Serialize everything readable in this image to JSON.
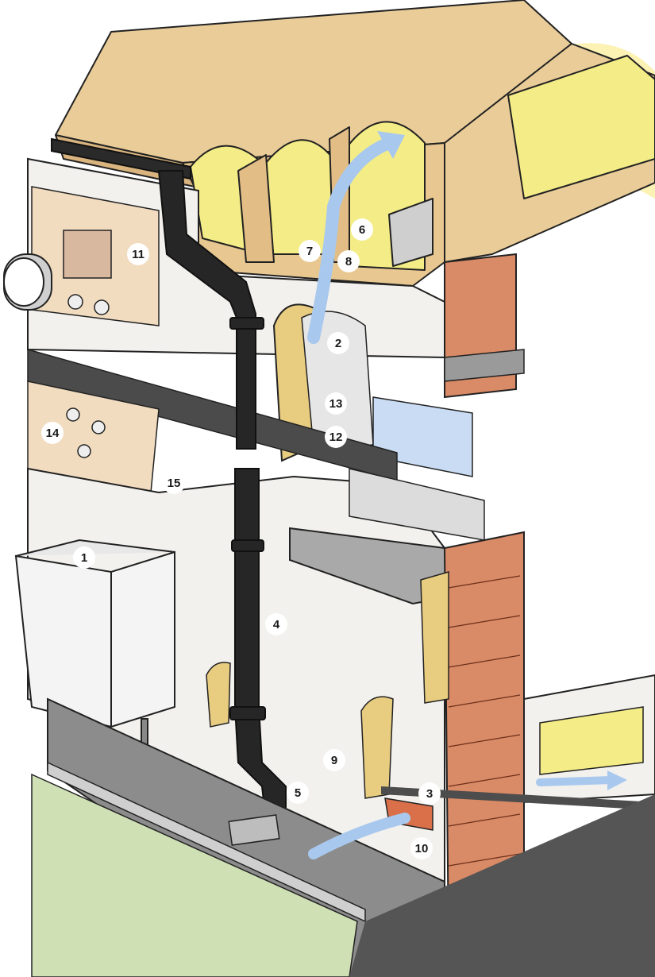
{
  "diagram": {
    "callouts": [
      {
        "id": "c1",
        "label": "1"
      },
      {
        "id": "c2",
        "label": "2"
      },
      {
        "id": "c3",
        "label": "3"
      },
      {
        "id": "c4",
        "label": "4"
      },
      {
        "id": "c5",
        "label": "5"
      },
      {
        "id": "c6",
        "label": "6"
      },
      {
        "id": "c7",
        "label": "7"
      },
      {
        "id": "c8",
        "label": "8"
      },
      {
        "id": "c9",
        "label": "9"
      },
      {
        "id": "c10",
        "label": "10"
      },
      {
        "id": "c11",
        "label": "11"
      },
      {
        "id": "c12",
        "label": "12"
      },
      {
        "id": "c13",
        "label": "13"
      },
      {
        "id": "c14",
        "label": "14"
      },
      {
        "id": "c15",
        "label": "15"
      }
    ],
    "colors": {
      "roof_timber": "#e9cc98",
      "insulation": "#f4ec86",
      "render": "#f3f1ee",
      "brick": "#d98a66",
      "downpipe": "#262626",
      "airflow": "#a9c8ee",
      "ground_gravel": "#8c8c8c",
      "grass": "#cfe0b5",
      "window_glass": "#c9dcf4",
      "dpc_band": "#4d4d4d"
    }
  }
}
